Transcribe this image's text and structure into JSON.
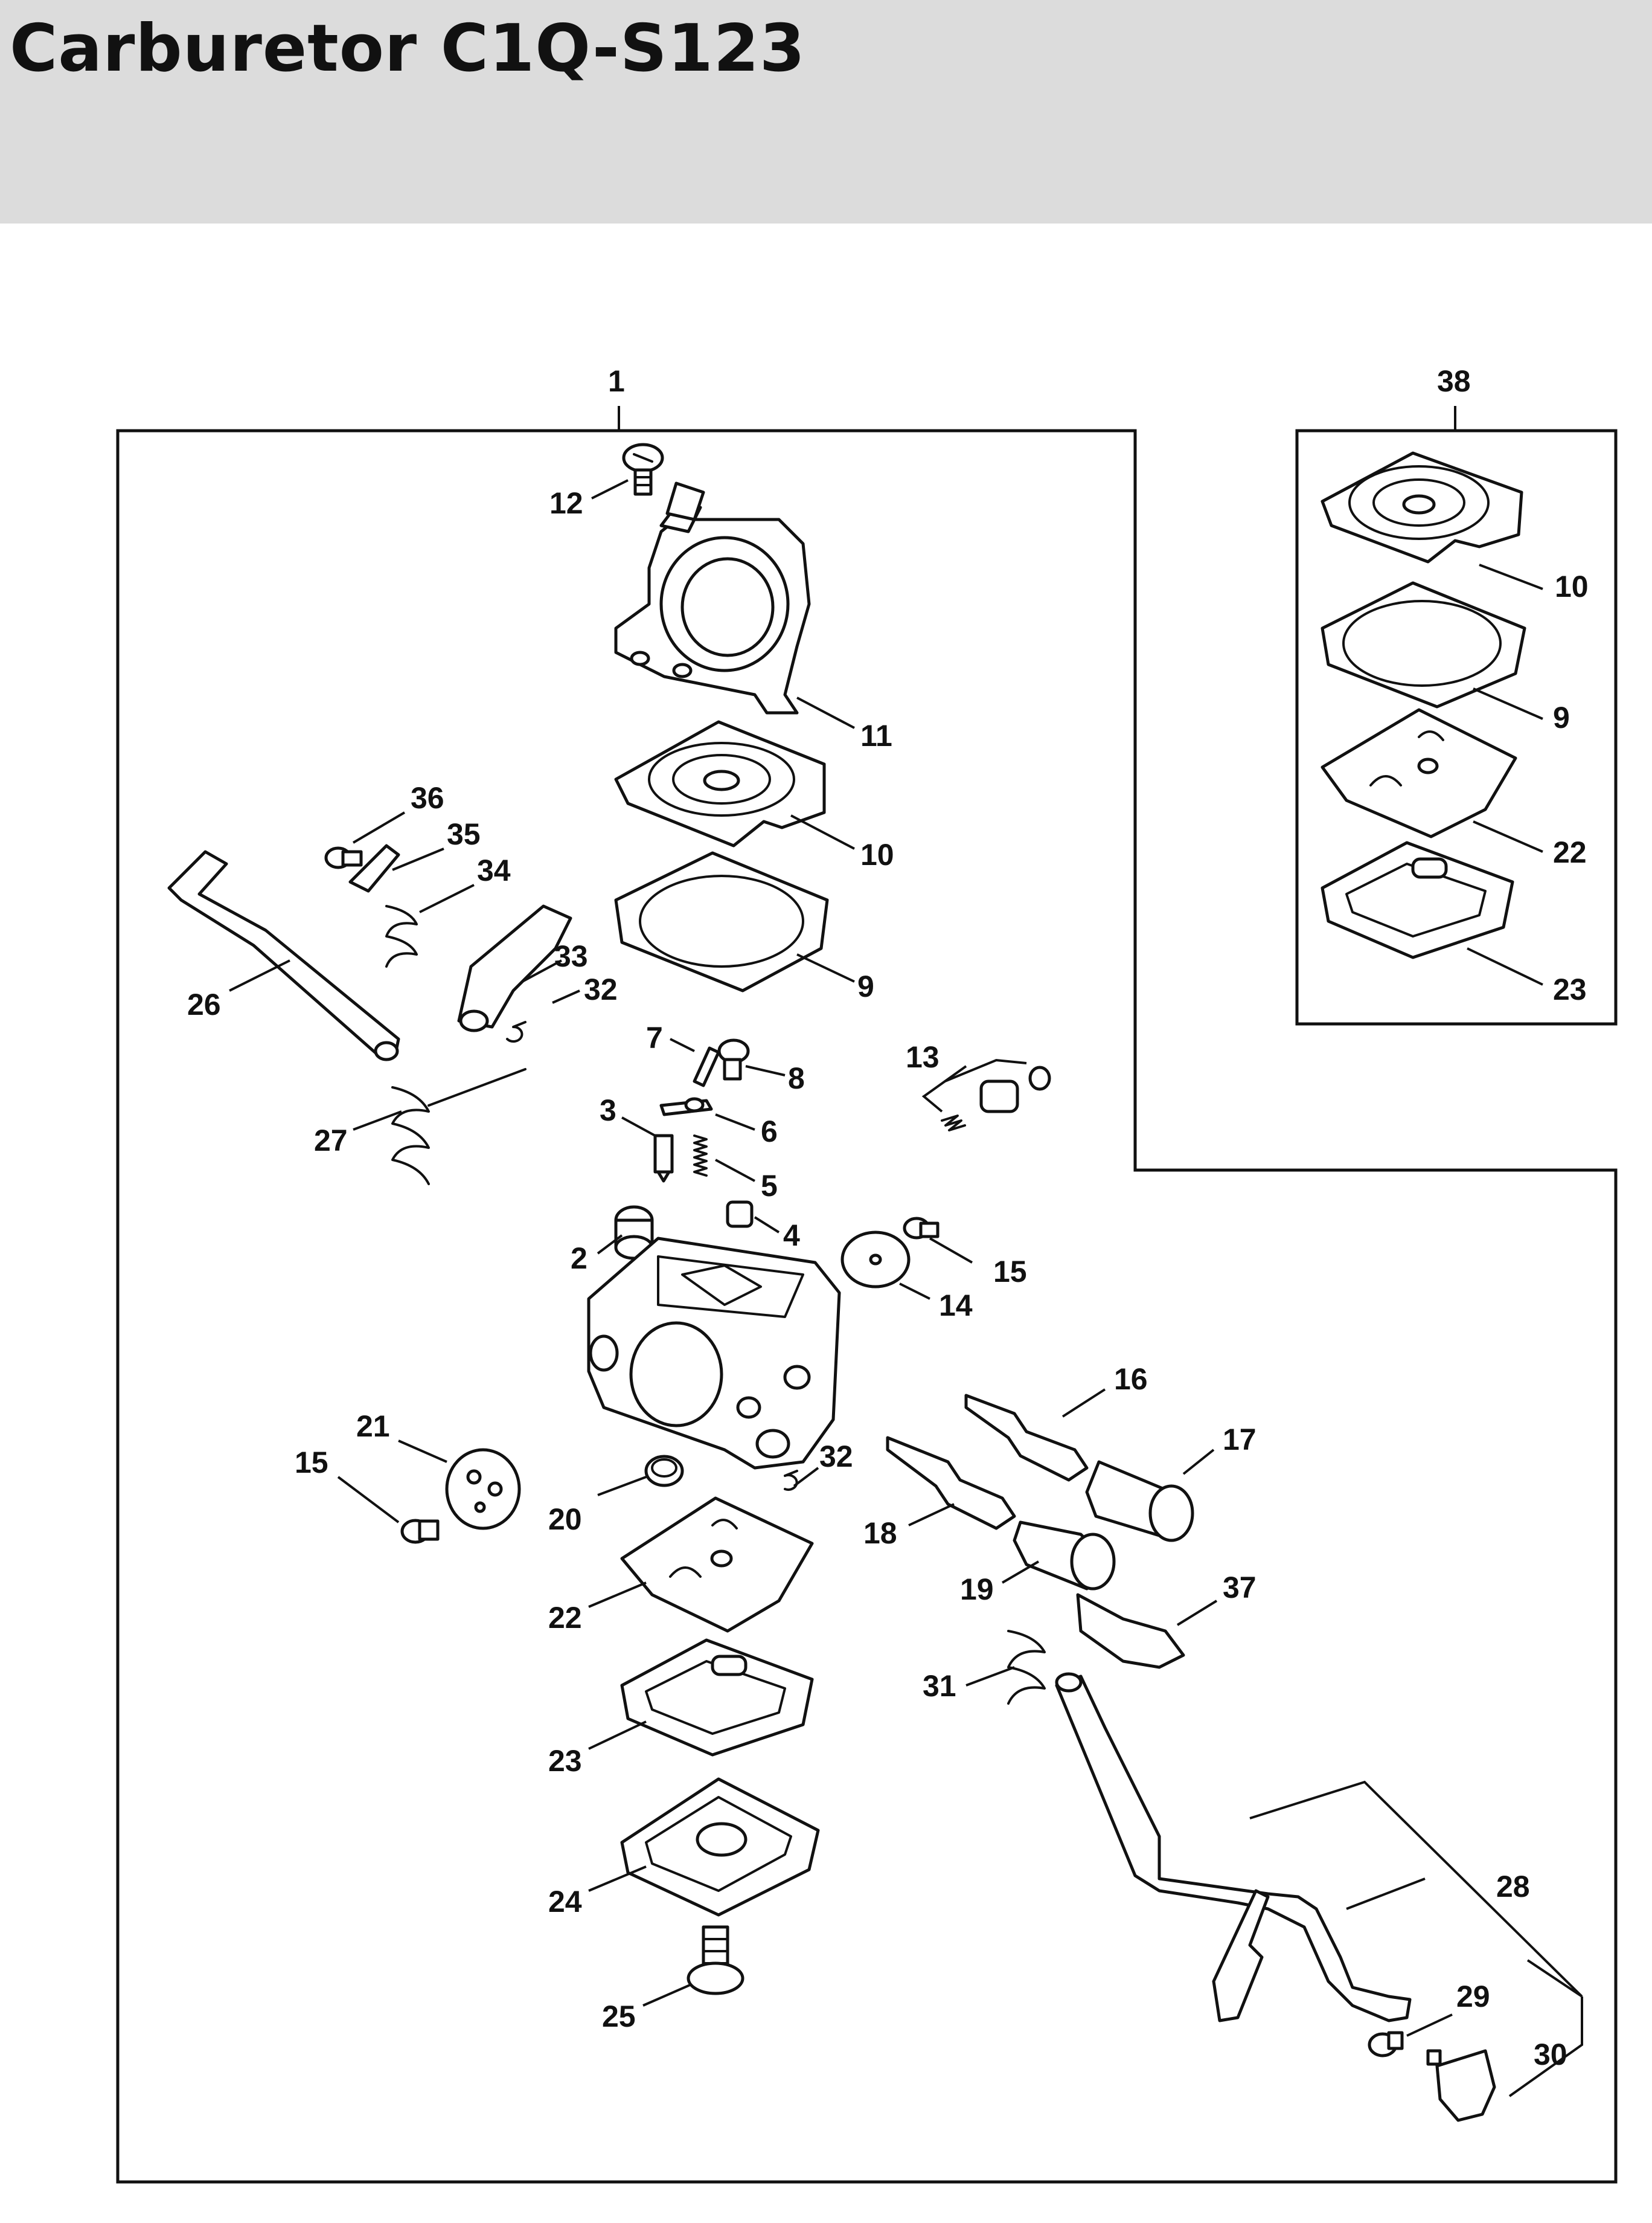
{
  "header": {
    "title": "Carburetor C1Q-S123"
  },
  "callouts": {
    "c1": "1",
    "c2": "2",
    "c3": "3",
    "c4": "4",
    "c5": "5",
    "c6": "6",
    "c7": "7",
    "c8": "8",
    "c9": "9",
    "c10": "10",
    "c11": "11",
    "c12": "12",
    "c13": "13",
    "c14": "14",
    "c15a": "15",
    "c15b": "15",
    "c16": "16",
    "c17": "17",
    "c18": "18",
    "c19": "19",
    "c20": "20",
    "c21": "21",
    "c22": "22",
    "c23": "23",
    "c24": "24",
    "c25": "25",
    "c26": "26",
    "c27": "27",
    "c28": "28",
    "c29": "29",
    "c30": "30",
    "c31": "31",
    "c32a": "32",
    "c32b": "32",
    "c33": "33",
    "c34": "34",
    "c35": "35",
    "c36": "36",
    "c37": "37",
    "c38": "38",
    "k10": "10",
    "k9": "9",
    "k22": "22",
    "k23": "23"
  }
}
